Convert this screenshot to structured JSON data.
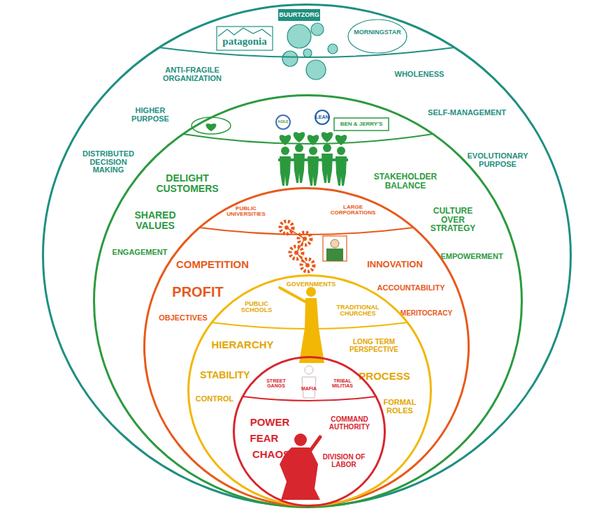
{
  "diagram": {
    "nodes": [
      {
        "text": [
          "ANTI-FRAGILE ORGANIZATION",
          "WHOLENESS",
          "HIGHER PURPOSE",
          "SELF-MANAGEMENT",
          "DISTRIBUTED DECISION MAKING",
          "EVOLUTIONARY PURPOSE"
        ]
      },
      {
        "text": [
          "DELIGHT CUSTOMERS",
          "STAKEHOLDER BALANCE",
          "SHARED VALUES",
          "CULTURE OVER STRATEGY",
          "ENGAGEMENT",
          "EMPOWERMENT"
        ],
        "in": 0
      },
      {
        "text": [
          "PUBLIC UNIVERSITIES",
          "LARGE CORPORATIONS",
          "COMPETITION",
          "INNOVATION",
          "PROFIT",
          "ACCOUNTABILITY",
          "OBJECTIVES",
          "MERITOCRACY"
        ],
        "in": 1
      },
      {
        "text": [
          "GOVERNMENTS",
          "PUBLIC SCHOOLS",
          "TRADITIONAL CHURCHES",
          "HIERARCHY",
          "LONG TERM PERSPECTIVE",
          "STABILITY",
          "PROCESS",
          "CONTROL",
          "FORMAL ROLES"
        ],
        "in": 2
      },
      {
        "text": [
          "STREET GANGS",
          "MAFIA",
          "TRIBAL MILITIAS",
          "POWER",
          "FEAR",
          "CHAOS",
          "COMMAND AUTHORITY",
          "DIVISION OF LABOR"
        ],
        "in": 3
      }
    ],
    "labels": [
      "BUURTZORG",
      "patagonia",
      "MORNINGSTAR",
      "AGILE",
      "LEAN",
      "BEN & JERRY'S"
    ]
  }
}
